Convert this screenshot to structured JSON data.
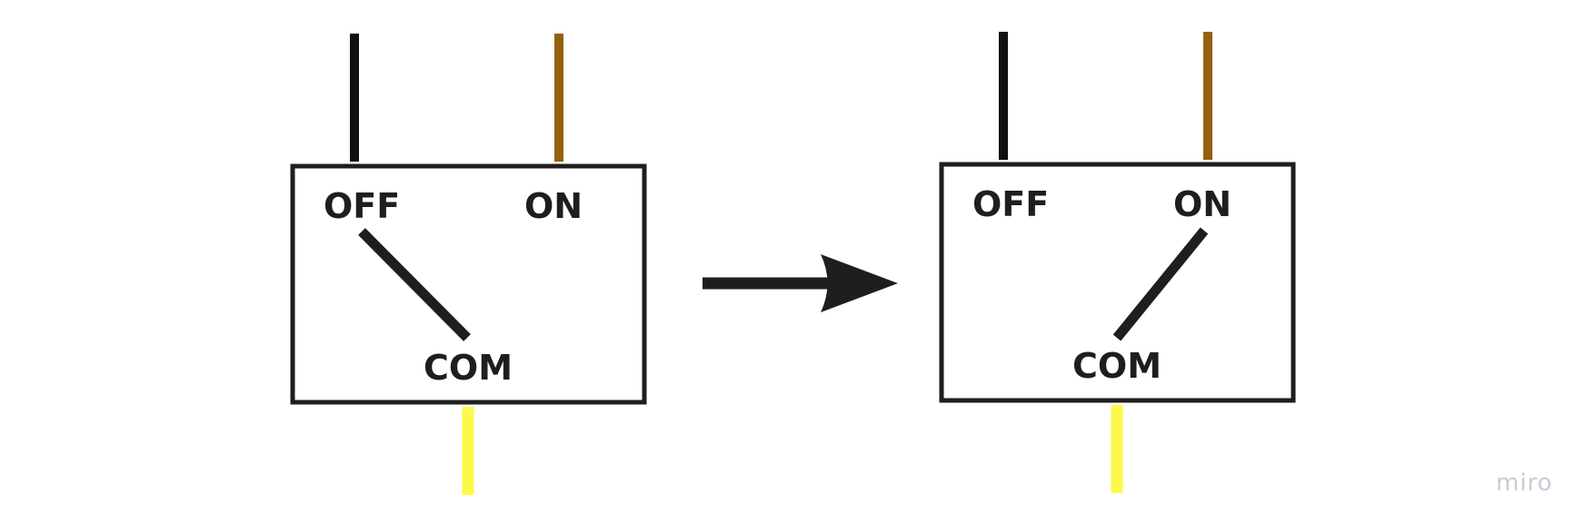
{
  "colors": {
    "stroke": "#1e1e1e",
    "wire_off": "#111111",
    "wire_on": "#94610f",
    "wire_com": "#fdf94a",
    "watermark": "#c9cbd6"
  },
  "switches": [
    {
      "state": "off",
      "labels": {
        "off": "OFF",
        "on": "ON",
        "com": "COM"
      }
    },
    {
      "state": "on",
      "labels": {
        "off": "OFF",
        "on": "ON",
        "com": "COM"
      }
    }
  ],
  "watermark": "miro"
}
